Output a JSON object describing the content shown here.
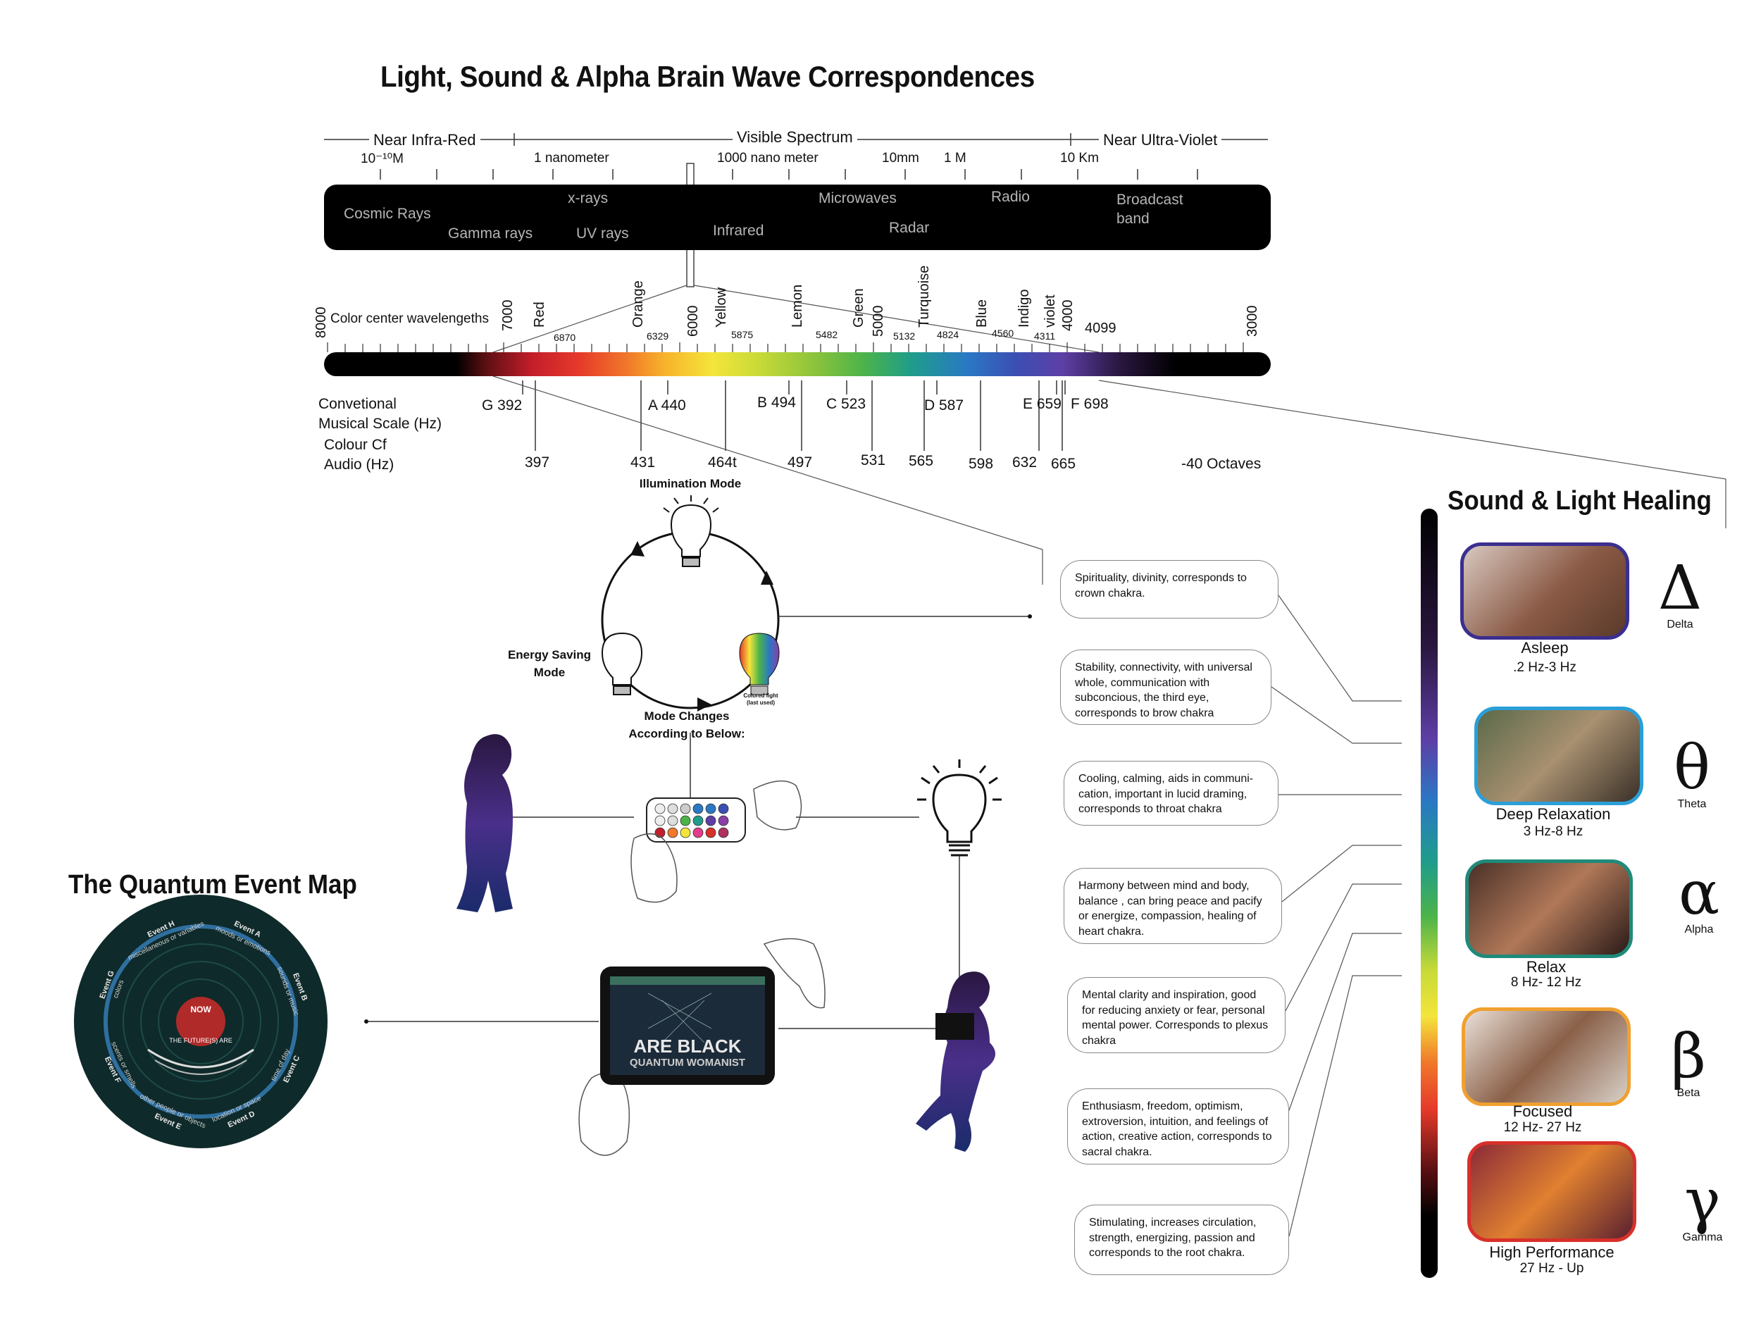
{
  "title": "Light, Sound & Alpha Brain Wave Correspondences",
  "spectrum": {
    "near_ir": "Near Infra-Red",
    "visible": "Visible Spectrum",
    "near_uv": "Near Ultra-Violet",
    "scale": [
      "10⁻¹⁰M",
      "1 nanometer",
      "1000 nano meter",
      "10mm",
      "1 M",
      "10 Km"
    ],
    "bands": [
      "Cosmic Rays",
      "Gamma rays",
      "x-rays",
      "UV rays",
      "Infrared",
      "Microwaves",
      "Radar",
      "Radio",
      "Broadcast band"
    ]
  },
  "color_scale": {
    "label": "Color center wavelengeths",
    "axis": [
      "8000",
      "7000",
      "6000",
      "5000",
      "4000",
      "3000"
    ],
    "colors": [
      "Red",
      "Orange",
      "Yellow",
      "Lemon",
      "Green",
      "Turquoise",
      "Blue",
      "Indigo",
      "violet"
    ],
    "wavelengths": [
      "6870",
      "6329",
      "5875",
      "5482",
      "5132",
      "4824",
      "4560",
      "4311",
      "4099"
    ]
  },
  "musical": {
    "label1": "Convetional",
    "label2": "Musical Scale (Hz)",
    "notes": [
      "G 392",
      "A 440",
      "B 494",
      "C 523",
      "D 587",
      "E 659",
      "F 698"
    ]
  },
  "audio": {
    "label1": "Colour Cf",
    "label2": "Audio (Hz)",
    "values": [
      "397",
      "431",
      "464t",
      "497",
      "531",
      "565",
      "598",
      "632",
      "665"
    ],
    "octaves": "-40 Octaves"
  },
  "modes": {
    "illumination": "Illumination Mode",
    "energy1": "Energy Saving",
    "energy2": "Mode",
    "colored1": "Colored light",
    "colored2": "(last used)",
    "changes1": "Mode Changes",
    "changes2": "According to Below:"
  },
  "chakras": [
    "Spirituality, divinity, corresponds to crown chakra.",
    "Stability, connectivity, with universal whole, communication with subconcious, the third eye, corresponds to brow chakra",
    "Cooling, calming, aids in communi-cation, important in lucid draming, corresponds to throat chakra",
    "Harmony between mind and body, balance , can bring peace and pacify or energize, compassion, healing of heart chakra.",
    "Mental clarity and inspiration, good for reducing anxiety or fear, personal mental power. Corresponds to plexus chakra",
    "Enthusiasm, freedom, optimism, extroversion, intuition, and feelings of action, creative action, corresponds to sacral chakra.",
    "Stimulating, increases circulation, strength, energizing, passion and corresponds to the root chakra."
  ],
  "healing": {
    "title": "Sound & Light Healing",
    "states": [
      {
        "label": "Asleep",
        "hz": ".2 Hz-3 Hz",
        "greek": "Δ",
        "greek_name": "Delta",
        "color": "#3b2f8f"
      },
      {
        "label": "Deep Relaxation",
        "hz": "3 Hz-8 Hz",
        "greek": "θ",
        "greek_name": "Theta",
        "color": "#2a9fd8"
      },
      {
        "label": "Relax",
        "hz": "8 Hz- 12 Hz",
        "greek": "α",
        "greek_name": "Alpha",
        "color": "#1f8a7a"
      },
      {
        "label": "Focused",
        "hz": "12 Hz- 27 Hz",
        "greek": "β",
        "greek_name": "Beta",
        "color": "#f0a030"
      },
      {
        "label": "High Performance",
        "hz": "27 Hz - Up",
        "greek": "γ",
        "greek_name": "Gamma",
        "color": "#d8302a"
      }
    ]
  },
  "quantum": {
    "title": "The Quantum Event Map",
    "events": [
      {
        "name": "Event A",
        "desc": "moods or emotions"
      },
      {
        "name": "Event B",
        "desc": "sounds or music"
      },
      {
        "name": "Event C",
        "desc": "time of day"
      },
      {
        "name": "Event D",
        "desc": "location or space"
      },
      {
        "name": "Event E",
        "desc": "other people or objects"
      },
      {
        "name": "Event F",
        "desc": "scents or smells"
      },
      {
        "name": "Event G",
        "desc": "colors"
      },
      {
        "name": "Event H",
        "desc": "miscellaneous or variables"
      }
    ],
    "now": "NOW",
    "future": "THE FUTURE(S) ARE"
  },
  "tablet": {
    "line1": "ARE BLACK",
    "line2": "QUANTUM WOMANIST"
  }
}
